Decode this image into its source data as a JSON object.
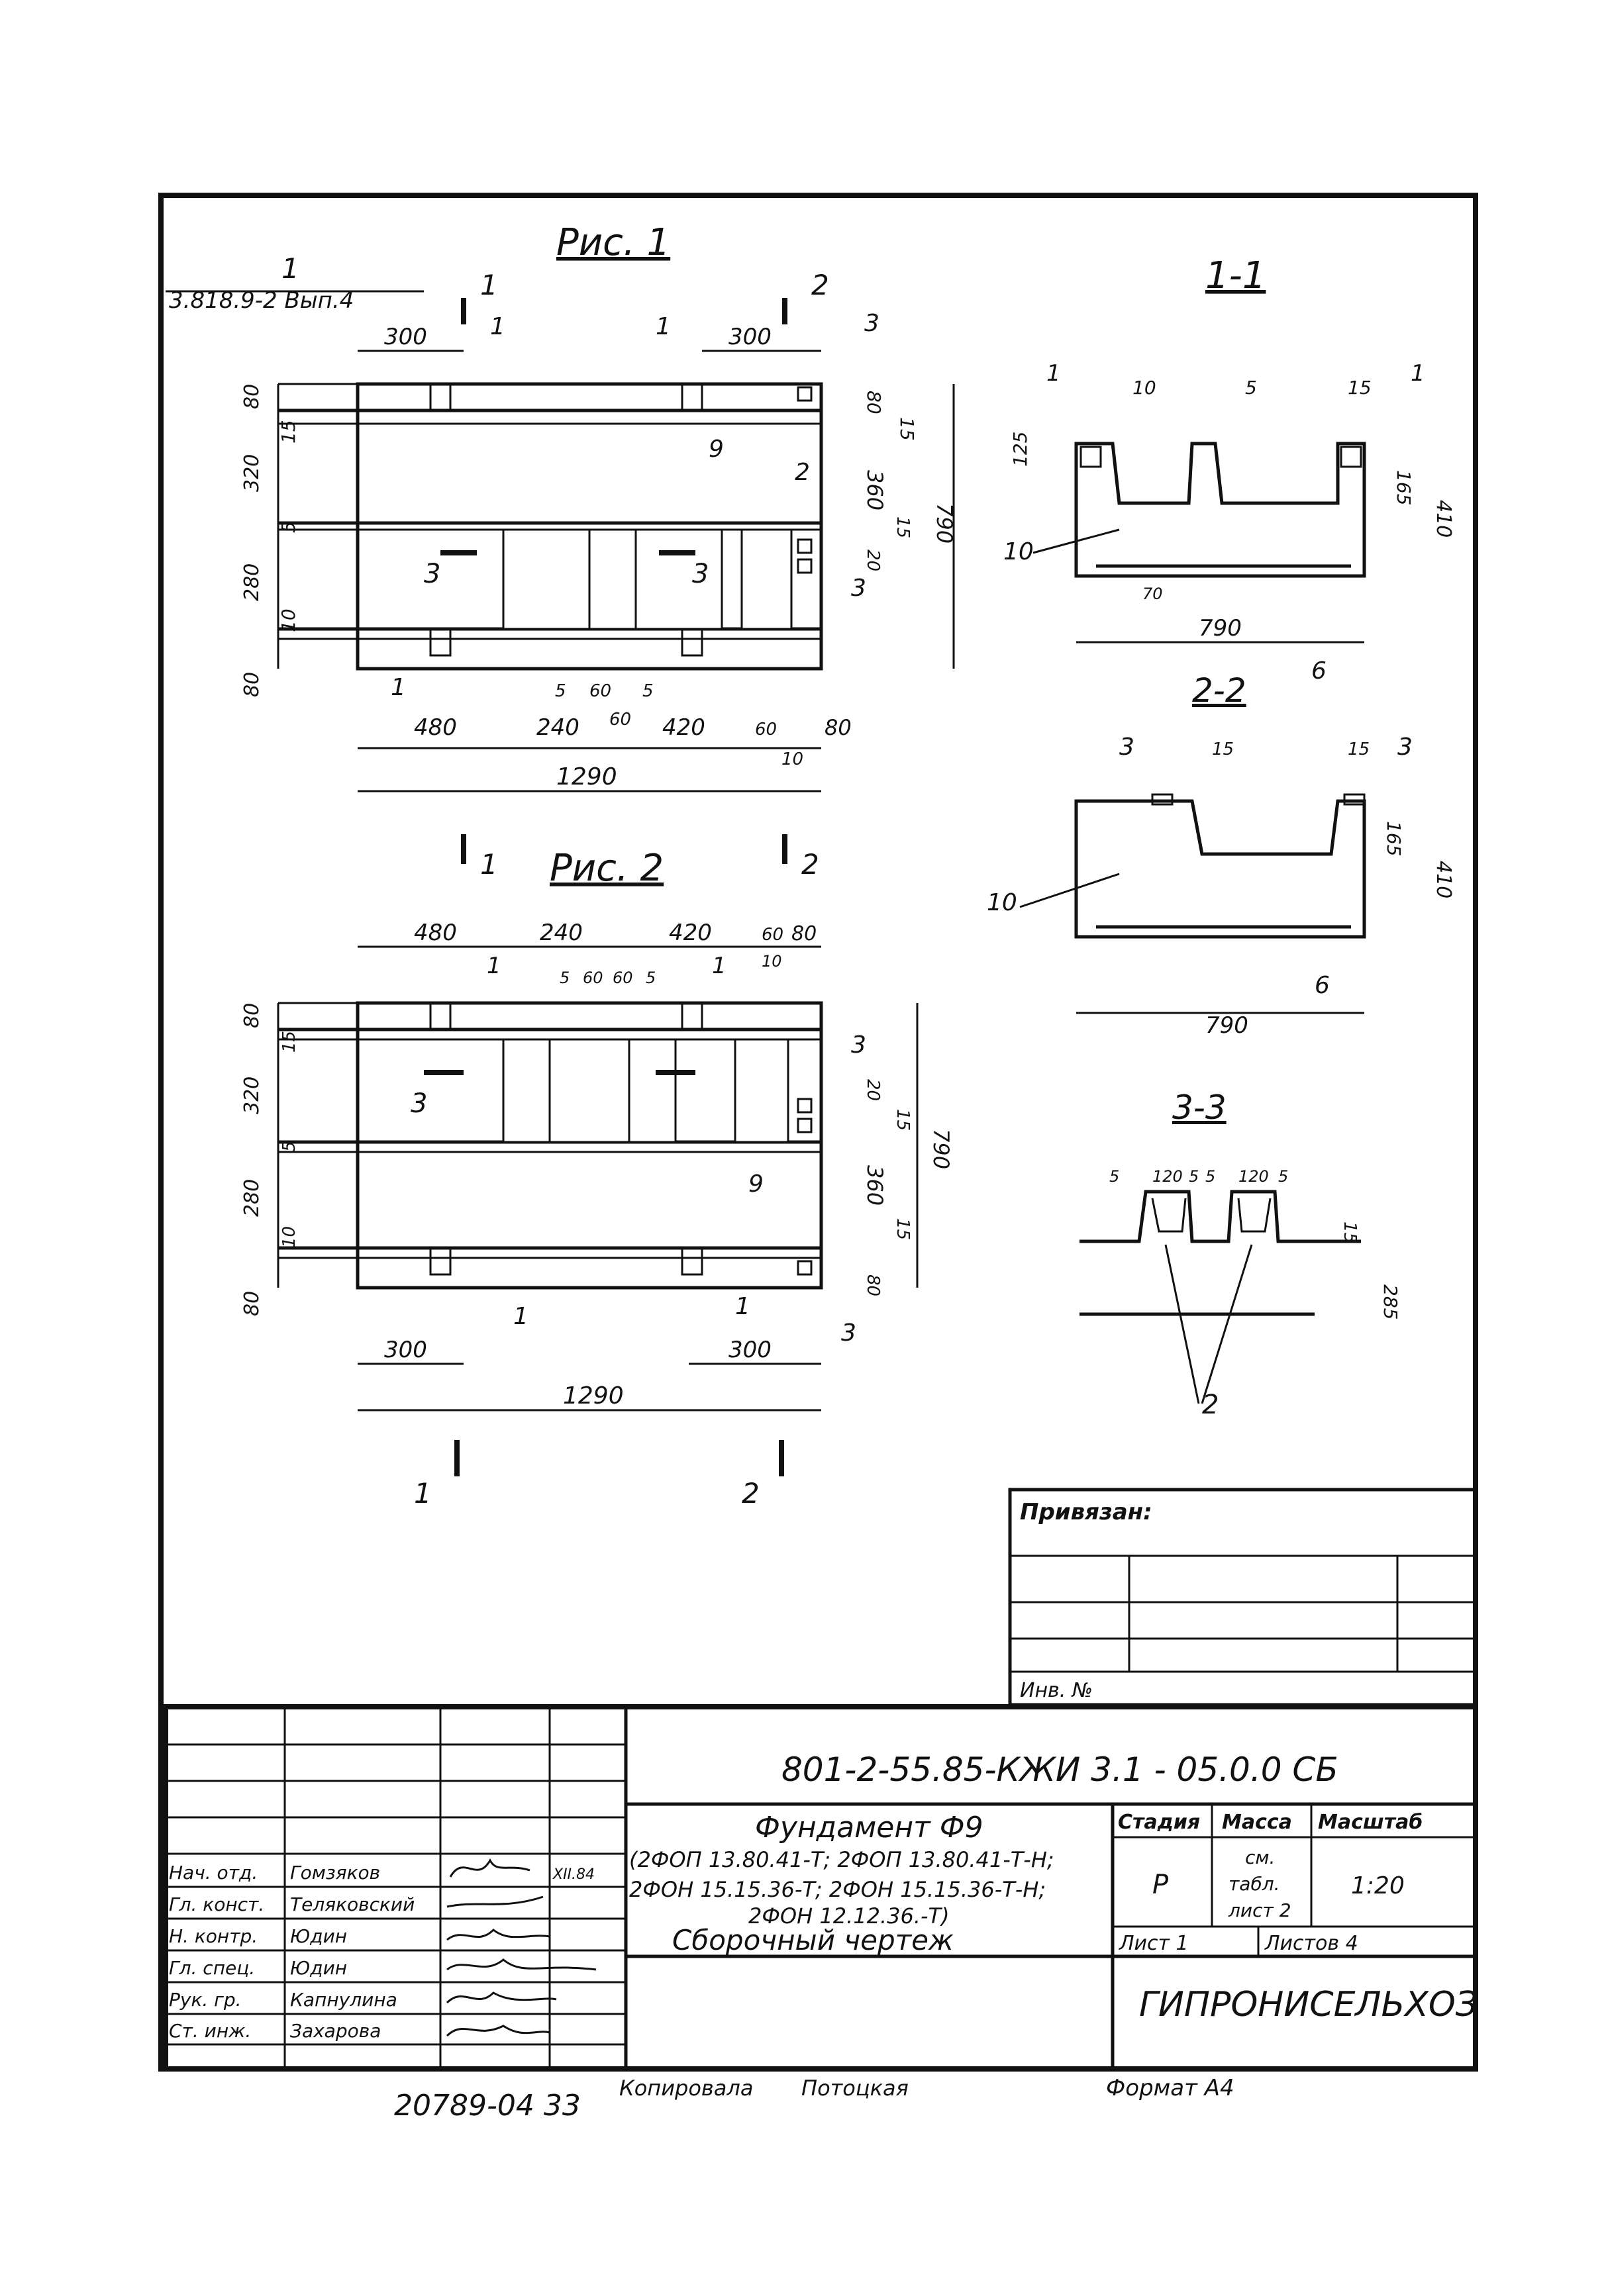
{
  "figures": {
    "fig1_title": "Рис. 1",
    "fig2_title": "Рис. 2",
    "series_ref": "3.818.9-2 Вып.4",
    "series_ref_num": "1",
    "section_1_1": "1-1",
    "section_2_2": "2-2",
    "section_3_3": "3-3"
  },
  "fig1_dims": {
    "top_left_300": "300",
    "top_right_300": "300",
    "left_80_top": "80",
    "left_320": "320",
    "left_280": "280",
    "left_80_bottom": "80",
    "left_15": "15",
    "left_5": "5",
    "left_10": "10",
    "right_80": "80",
    "right_15": "15",
    "right_360": "360",
    "right_790": "790",
    "right_15b": "15",
    "right_20": "20",
    "bottom_480": "480",
    "bottom_240": "240",
    "bottom_420": "420",
    "bottom_60a": "60",
    "bottom_60b": "60",
    "bottom_5a": "5",
    "bottom_5b": "5",
    "bottom_60c": "60",
    "bottom_80": "80",
    "bottom_10": "10",
    "bottom_1290": "1290",
    "cut_label_1": "1",
    "cut_label_2": "2",
    "cut_label_3a": "3",
    "cut_label_3b": "3",
    "pos_1a": "1",
    "pos_1b": "1",
    "pos_1c": "1",
    "pos_3a": "3",
    "pos_3b": "3",
    "pos_9": "9",
    "pos_2": "2"
  },
  "fig2_dims": {
    "top_480": "480",
    "top_240": "240",
    "top_420": "420",
    "top_60": "60",
    "top_80": "80",
    "top_10": "10",
    "top_5a": "5",
    "top_60a": "60",
    "top_60b": "60",
    "top_5b": "5",
    "left_80_top": "80",
    "left_15": "15",
    "left_320": "320",
    "left_5": "5",
    "left_280": "280",
    "left_10": "10",
    "left_80_bottom": "80",
    "right_20": "20",
    "right_15": "15",
    "right_790": "790",
    "right_360": "360",
    "right_15b": "15",
    "right_80": "80",
    "bottom_300a": "300",
    "bottom_300b": "300",
    "bottom_1290": "1290",
    "cut_1": "1",
    "cut_2": "2",
    "pos_1a": "1",
    "pos_1b": "1",
    "pos_1c": "1",
    "pos_1d": "1",
    "pos_3a": "3",
    "pos_3b": "3",
    "pos_3c": "3",
    "pos_9": "9"
  },
  "sec11": {
    "pos_1a": "1",
    "pos_1b": "1",
    "d_10": "10",
    "d_5": "5",
    "d_15": "15",
    "d_125": "125",
    "d_165": "165",
    "d_410": "410",
    "d_70": "70",
    "d_790": "790",
    "pos_10": "10",
    "pos_6": "6"
  },
  "sec22": {
    "pos_3a": "3",
    "pos_3b": "3",
    "d_15a": "15",
    "d_15b": "15",
    "d_165": "165",
    "d_410": "410",
    "pos_10": "10",
    "pos_6": "6",
    "d_790": "790"
  },
  "sec33": {
    "d_5a": "5",
    "d_120a": "120",
    "d_5b": "5",
    "d_5c": "5",
    "d_120b": "120",
    "d_5d": "5",
    "d_15": "15",
    "d_285": "285",
    "pos_2": "2"
  },
  "stamp": {
    "privyazan": "Привязан:",
    "inv_no": "Инв. №",
    "code": "801-2-55.85-КЖИ 3.1 - 05.0.0 СБ",
    "title_line1": "Фундамент Ф9",
    "title_line2": "(2ФОП 13.80.41-Т; 2ФОП 13.80.41-Т-Н;",
    "title_line3": "2ФОН 15.15.36-Т; 2ФОН 15.15.36-Т-Н;",
    "title_line4": "2ФОН 12.12.36.-Т)",
    "title_line5": "Сборочный чертеж",
    "stage_hdr": "Стадия",
    "mass_hdr": "Масса",
    "scale_hdr": "Масштаб",
    "stage_val": "Р",
    "mass_val_1": "см.",
    "mass_val_2": "табл.",
    "mass_val_3": "лист 2",
    "scale_val": "1:20",
    "sheet": "Лист 1",
    "sheets": "Листов 4",
    "org": "ГИПРОНИСЕЛЬХОЗ",
    "date": "XII.84",
    "roles": [
      {
        "role": "Нач. отд.",
        "name": "Гомзяков"
      },
      {
        "role": "Гл. конст.",
        "name": "Теляковский"
      },
      {
        "role": "Н. контр.",
        "name": "Юдин"
      },
      {
        "role": "Гл. спец.",
        "name": "Юдин"
      },
      {
        "role": "Рук. гр.",
        "name": "Капнулина"
      },
      {
        "role": "Ст. инж.",
        "name": "Захарова"
      }
    ]
  },
  "footer": {
    "archive_no": "20789-04 33",
    "copied": "Копировала",
    "copier": "Потоцкая",
    "format": "Формат А4"
  }
}
